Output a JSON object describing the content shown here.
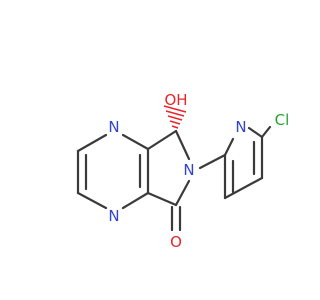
{
  "molecule": {
    "atoms": {
      "n_pyrazine_top": "N",
      "n_pyrazine_bottom": "N",
      "n_lactam": "N",
      "n_pyridine": "N",
      "hydroxyl": "OH",
      "carbonyl_o": "O",
      "chlorine": "Cl"
    },
    "colors": {
      "bond": "#3a3a3a",
      "nitrogen": "#3344cc",
      "oxygen": "#e8262a",
      "chlorine": "#27a32e"
    },
    "stereo_hatch_color": "#e8262a"
  }
}
